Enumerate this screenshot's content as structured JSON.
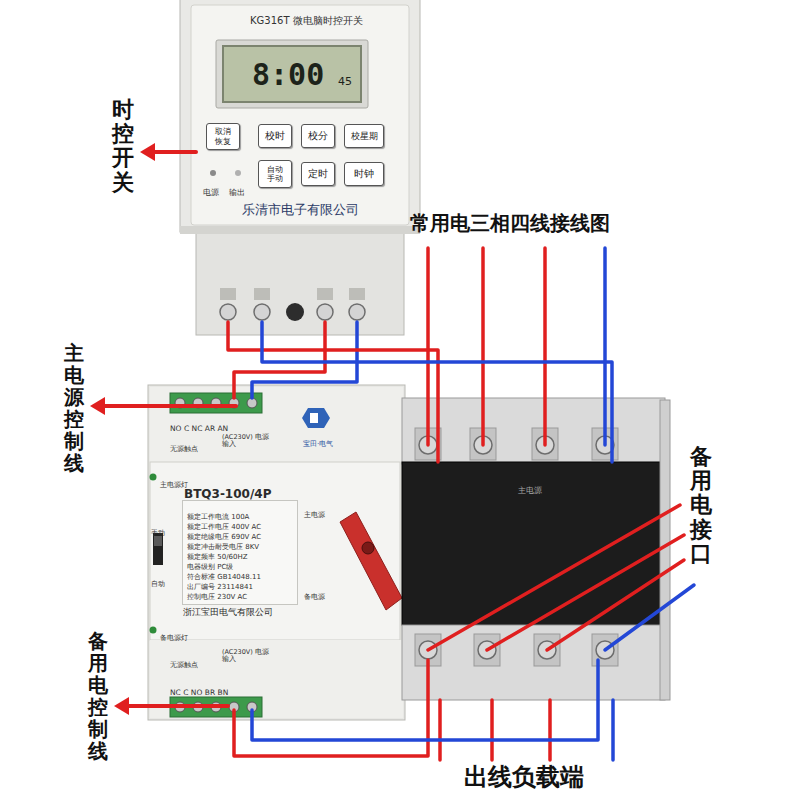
{
  "diagram": {
    "nodes": [
      {
        "text": [
          "KG316T 微电脑时控开关",
          "电源",
          "输出",
          "乐清市电子有限公司"
        ]
      },
      {
        "text": [
          "8:00",
          "45"
        ],
        "in": 0
      },
      {
        "text": [
          "取消 恢复"
        ],
        "in": 0
      },
      {
        "text": [
          "校时"
        ],
        "in": 0
      },
      {
        "text": [
          "校分"
        ],
        "in": 0
      },
      {
        "text": [
          "校星期"
        ],
        "in": 0
      },
      {
        "text": [
          "自动 手动"
        ],
        "in": 0
      },
      {
        "text": [
          "定时"
        ],
        "in": 0
      },
      {
        "text": [
          "时钟"
        ],
        "in": 0
      },
      {
        "text": [
          "宝田·电气"
        ]
      },
      {
        "text": [
          "NO C NC AR AN",
          "无源触点",
          "(AC230V) 电源输入"
        ],
        "in": 9
      },
      {
        "text": [
          "主电源灯",
          "BTQ3-100/4P",
          "主电源",
          "手动",
          "自动",
          "浙江宝田电气有限公司",
          "备电源",
          "备电源灯"
        ],
        "in": 9
      },
      {
        "text": [
          "额定工作电流 100A",
          "额定工作电压 400V AC",
          "额定绝缘电压 690V AC",
          "额定冲击耐受电压 8KV",
          "额定频率 50/60HZ",
          "电器级别 PC级",
          "符合标准 GB14048.11",
          "出厂编号 23114841",
          "控制电压 230V AC"
        ],
        "in": 11
      },
      {
        "text": [
          "主电源"
        ],
        "in": 9
      },
      {
        "text": [
          "无源触点",
          "(AC230V) 电源输入",
          "NC C NO BR BN"
        ],
        "in": 9
      }
    ],
    "edges": [
      {
        "from": 0,
        "to": 10,
        "arrow": "none"
      },
      {
        "from": 0,
        "to": 10,
        "arrow": "none"
      },
      {
        "from": 0,
        "to": 13,
        "arrow": "none"
      },
      {
        "from": 0,
        "to": 13,
        "arrow": "none"
      }
    ],
    "labels": [
      "时控开关",
      "常用电三相四线接线图",
      "主电源控制线",
      "备用电接口",
      "备用电控制线",
      "出线负载端"
    ]
  }
}
